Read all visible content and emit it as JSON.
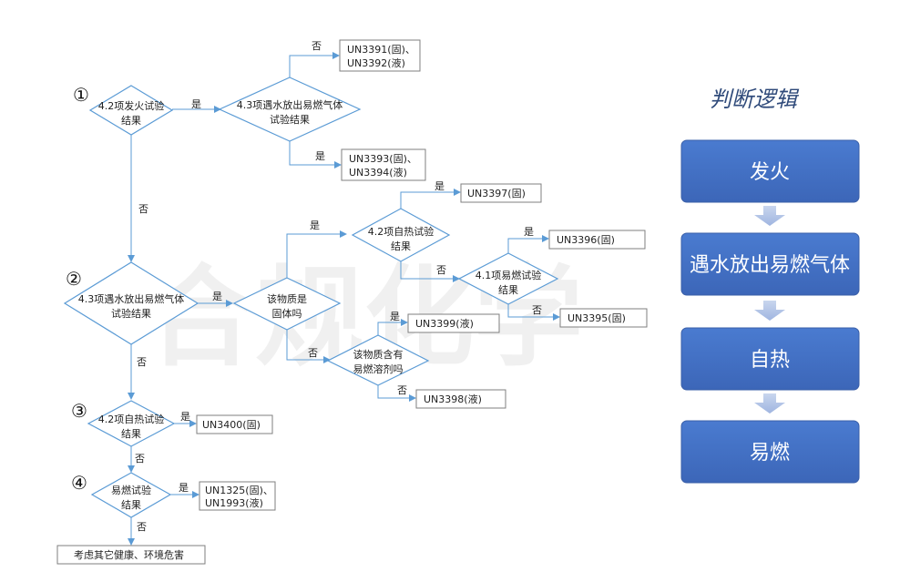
{
  "watermark": "合规化学",
  "flow": {
    "steps": [
      "①",
      "②",
      "③",
      "④"
    ],
    "d1": "4.2项发火试验结果",
    "d2": "4.3项遇水放出易燃气体试验结果",
    "d1_yes": "4.3项遇水放出易燃气体试验结果",
    "d2_yes": "该物质是固体吗",
    "d_selfheat_a": "4.2项自热试验结果",
    "d_flam41": "4.1项易燃试验结果",
    "d_solvent": "该物质含有易燃溶剂吗",
    "d3": "4.2项自热试验结果",
    "d4": "易燃试验结果",
    "r_3391": "UN3391(固)、UN3392(液)",
    "r_3393": "UN3393(固)、UN3394(液)",
    "r_3397": "UN3397(固)",
    "r_3396": "UN3396(固)",
    "r_3395": "UN3395(固)",
    "r_3399": "UN3399(液)",
    "r_3398": "UN3398(液)",
    "r_3400": "UN3400(固)",
    "r_1325": "UN1325(固)、UN1993(液)",
    "r_other": "考虑其它健康、环境危害",
    "yes": "是",
    "no": "否"
  },
  "logic": {
    "title": "判断逻辑",
    "steps": [
      "发火",
      "遇水放出易燃气体",
      "自热",
      "易燃"
    ]
  },
  "colors": {
    "line": "#5b9bd5",
    "box_fill": "#4472c4",
    "arrow_fill": "#b4c7e7"
  }
}
